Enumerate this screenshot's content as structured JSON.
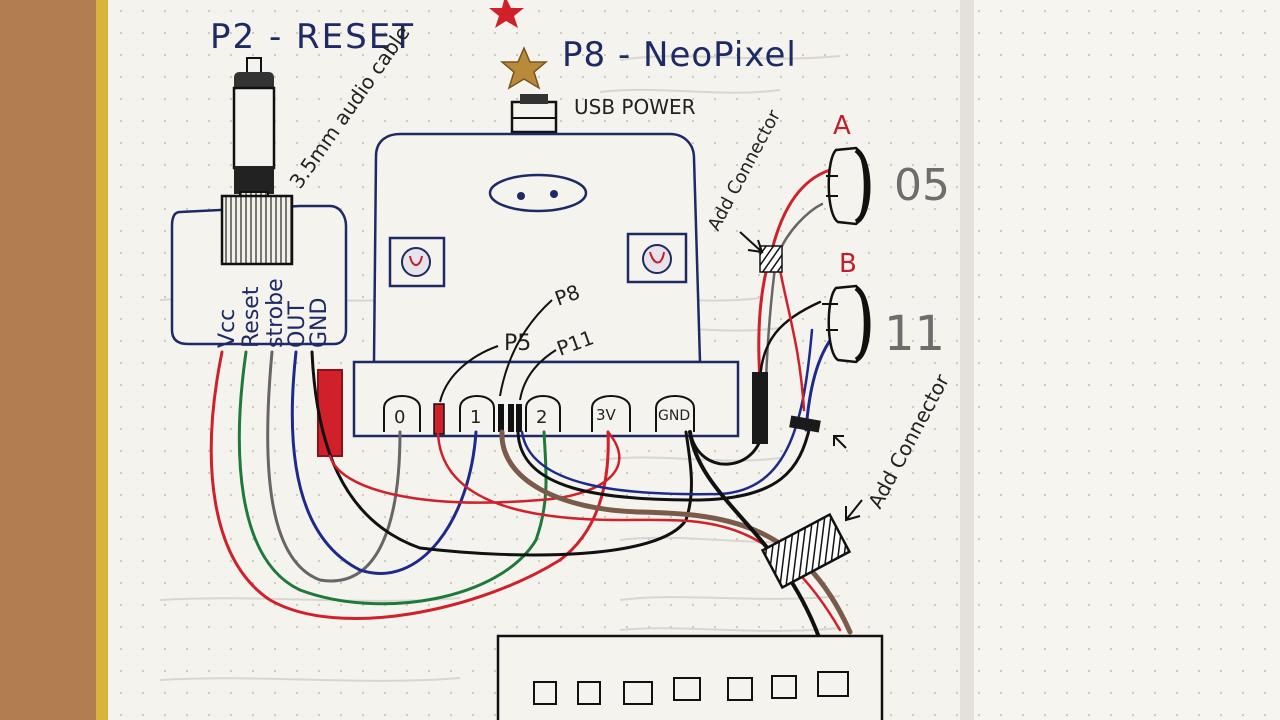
{
  "notes": {
    "p2_reset": "P2 - RESET",
    "p8_neopixel": "P8 - NeoPixel",
    "usb_power": "USB POWER",
    "audio_cable": "3.5mm audio cable",
    "module_pins": [
      "Vcc",
      "Reset",
      "strobe",
      "OUT",
      "GND"
    ],
    "pins_top": [
      "P5",
      "P8",
      "P11"
    ],
    "board_pads": [
      "0",
      "1",
      "2",
      "3V",
      "GND"
    ],
    "add_connector_top": "Add Connector",
    "add_connector_bottom": "Add Connector",
    "button_a": "A",
    "button_b": "B",
    "button_a_pin": "05",
    "button_b_pin": "11"
  },
  "colors": {
    "paper": "#f5f3ee",
    "ink_blue": "#1e2a66",
    "wire_red": "#d0202a",
    "wire_green": "#1f7a3a",
    "wire_blue": "#1d2a8a",
    "wire_black": "#111111",
    "wire_gray": "#666666",
    "wire_brown": "#7a5a48",
    "desk": "#b07a4a"
  }
}
